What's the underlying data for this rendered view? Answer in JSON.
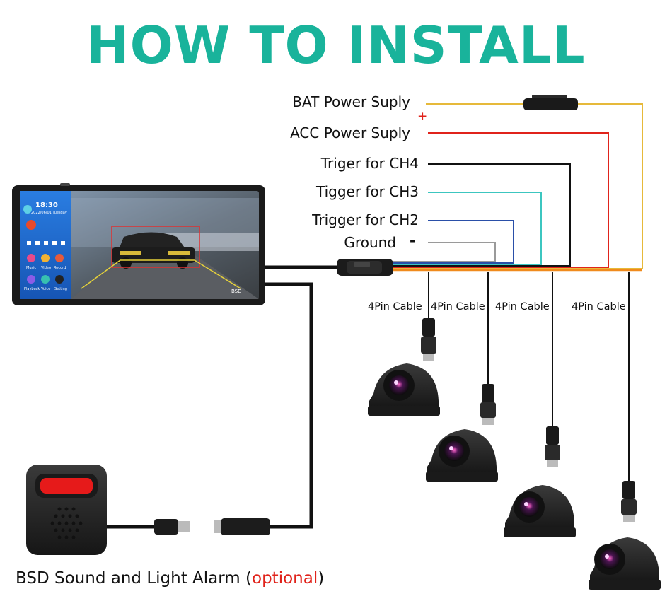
{
  "title": "HOW TO INSTALL",
  "colors": {
    "title": "#19b39b",
    "bat_wire": "#e6b93a",
    "acc_wire": "#e0231b",
    "ch4_wire": "#111111",
    "ch3_wire": "#3cc6c0",
    "ch2_wire": "#2a4fa8",
    "ground_wire": "#9a9a9a",
    "cable": "#111111",
    "optional": "#e0231b"
  },
  "wires": [
    {
      "id": "bat",
      "label": "BAT Power Suply"
    },
    {
      "id": "acc",
      "label": "ACC Power Suply",
      "polarity": "+"
    },
    {
      "id": "ch4",
      "label": "Triger for CH4"
    },
    {
      "id": "ch3",
      "label": "Tigger for CH3"
    },
    {
      "id": "ch2",
      "label": "Trigger for CH2"
    },
    {
      "id": "ground",
      "label": "Ground",
      "polarity": "-"
    }
  ],
  "cables": [
    {
      "label": "4Pin Cable"
    },
    {
      "label": "4Pin Cable"
    },
    {
      "label": "4Pin Cable"
    },
    {
      "label": "4Pin Cable"
    }
  ],
  "monitor": {
    "time": "18:30",
    "date": "2022/06/01 Tuesday",
    "apps": [
      "Music",
      "Video",
      "Record",
      "Playback",
      "Voice",
      "Setting"
    ],
    "bsd": "BSD"
  },
  "alarm": {
    "caption": "BSD Sound and Light Alarm",
    "open_paren": "(",
    "optional": "optional",
    "close_paren": ")"
  },
  "icons": [
    "fuse-icon",
    "camera-icon",
    "connector-icon",
    "alarm-speaker-icon",
    "monitor-icon"
  ]
}
